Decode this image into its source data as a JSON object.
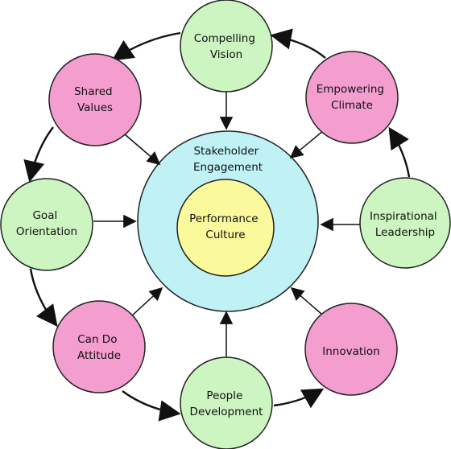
{
  "colors": {
    "green_fill": "#ccf5c1",
    "pink_fill": "#f49ecf",
    "outer_fill": "#bff1f5",
    "inner_fill": "#fafa9c",
    "stroke": "#222222"
  },
  "center": {
    "outer_label": [
      "Stakeholder",
      "Engagement"
    ],
    "inner_label": [
      "Performance",
      "Culture"
    ]
  },
  "nodes": [
    {
      "id": "compelling-vision",
      "label": [
        "Compelling",
        "Vision"
      ],
      "fill": "green"
    },
    {
      "id": "empowering-climate",
      "label": [
        "Empowering",
        "Climate"
      ],
      "fill": "pink"
    },
    {
      "id": "inspirational-leadership",
      "label": [
        "Inspirational",
        "Leadership"
      ],
      "fill": "green"
    },
    {
      "id": "innovation",
      "label": [
        "Innovation"
      ],
      "fill": "pink"
    },
    {
      "id": "people-development",
      "label": [
        "People",
        "Development"
      ],
      "fill": "green"
    },
    {
      "id": "can-do-attitude",
      "label": [
        "Can Do",
        "Attitude"
      ],
      "fill": "pink"
    },
    {
      "id": "goal-orientation",
      "label": [
        "Goal",
        "Orientation"
      ],
      "fill": "green"
    },
    {
      "id": "shared-values",
      "label": [
        "Shared",
        "Values"
      ],
      "fill": "pink"
    }
  ]
}
